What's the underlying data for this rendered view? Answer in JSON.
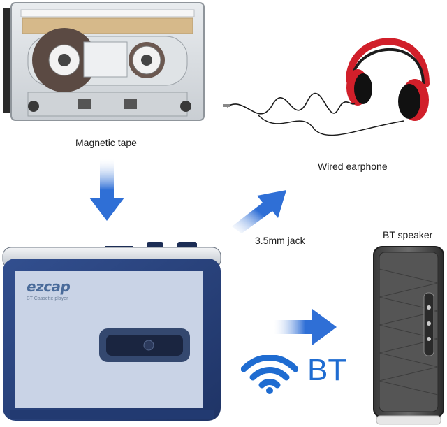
{
  "labels": {
    "magnetic_tape": "Magnetic tape",
    "wired_earphone": "Wired earphone",
    "jack": "3.5mm jack",
    "bt_speaker": "BT speaker",
    "bt": "BT"
  },
  "player": {
    "brand": "ezcap",
    "model": "BT Cassette player"
  },
  "colors": {
    "arrow_blue": "#2f6fd6",
    "player_blue": "#27407a",
    "player_face": "#c9d3e6",
    "wifi_blue": "#1f6cd1",
    "headphone_red": "#d11f2a"
  },
  "icons": [
    "cassette-tape-image",
    "headphones-image",
    "cassette-player-image",
    "bt-speaker-image",
    "wireless-signal-icon",
    "arrow-icon"
  ]
}
